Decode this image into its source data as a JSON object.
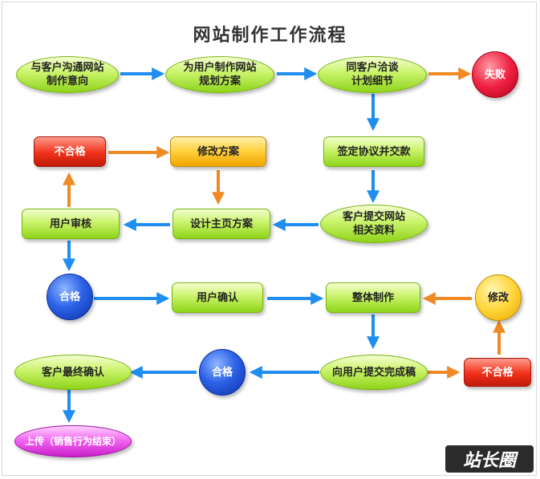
{
  "title": "网站制作工作流程",
  "nodes": {
    "communicate": "与客户沟通网站\n制作意向",
    "plan": "为用户制作网站\n规划方案",
    "negotiate": "同客户洽谈\n计划细节",
    "fail": "失败",
    "sign": "签定协议并交款",
    "materials": "客户提交网站\n相关资料",
    "design": "设计主页方案",
    "user_review": "用户审核",
    "unqualified_top": "不合格",
    "revise_plan": "修改方案",
    "pass_1": "合格",
    "user_confirm": "用户确认",
    "full_build": "整体制作",
    "modify": "修改",
    "submit_draft": "向用户提交完成稿",
    "unqualified_bottom": "不合格",
    "pass_2": "合格",
    "final_confirm": "客户最终确认",
    "upload": "上传（销售行为结束）"
  },
  "watermark": "站长圈",
  "colors": {
    "arrow_blue": "#1f8ef0",
    "arrow_orange": "#f08a24",
    "node_green": "#b6ea4a",
    "node_red": "#e8321e",
    "node_orange": "#ffc21a"
  }
}
